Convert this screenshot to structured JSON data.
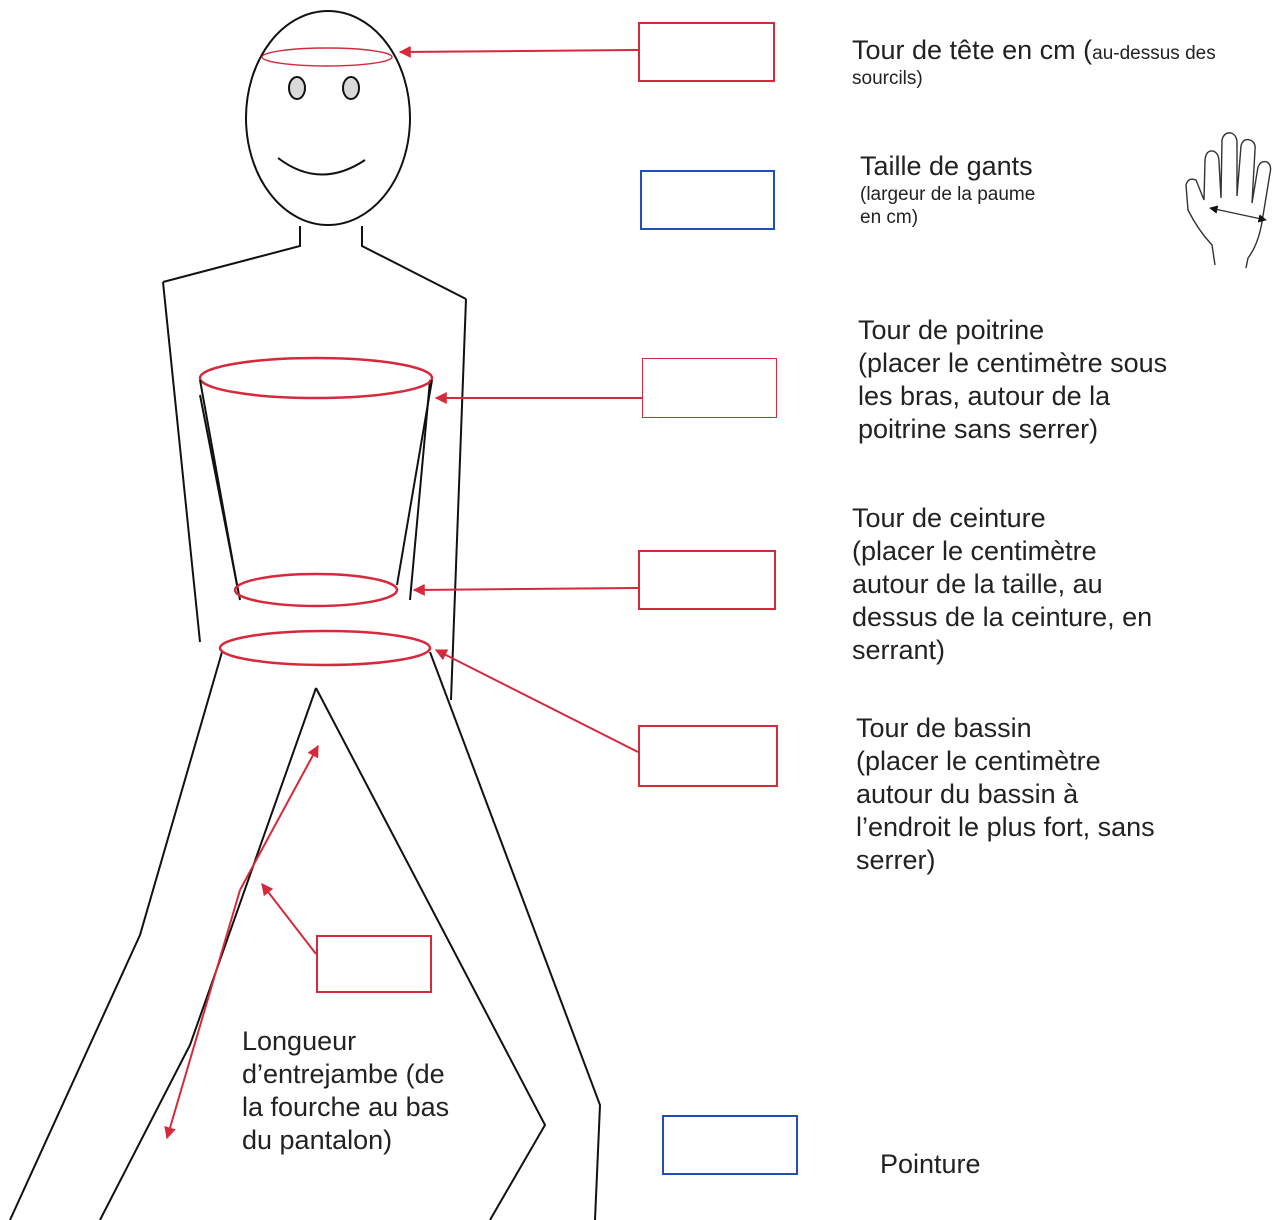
{
  "colors": {
    "red": "#d42a3c",
    "blue": "#1f4fb5",
    "ink": "#111111"
  },
  "labels": {
    "head": {
      "title": "Tour de tête en cm (",
      "aside_a": "au-dessus des",
      "aside_b": "sourcils)"
    },
    "gloves": {
      "title": "Taille de gants",
      "line2": "(largeur de la paume",
      "line3": "en cm)"
    },
    "chest": {
      "title": "Tour de poitrine",
      "line2": "(placer le centimètre sous",
      "line3": "les bras, autour de la",
      "line4": "poitrine sans serrer)"
    },
    "waist": {
      "title": "Tour de ceinture",
      "line2": "(placer le centimètre",
      "line3": "autour de la taille, au",
      "line4": "dessus de la ceinture, en",
      "line5": "serrant)"
    },
    "hips": {
      "title": "Tour de bassin",
      "line2": "(placer le centimètre",
      "line3": "autour du bassin à",
      "line4": "l’endroit le plus fort, sans",
      "line5": "serrer)"
    },
    "inseam": {
      "line1": "Longueur",
      "line2": "d’entrejambe (de",
      "line3": "la fourche au bas",
      "line4": "du pantalon)"
    },
    "shoe": {
      "title": "Pointure"
    }
  },
  "icons": [
    "hand-icon"
  ]
}
